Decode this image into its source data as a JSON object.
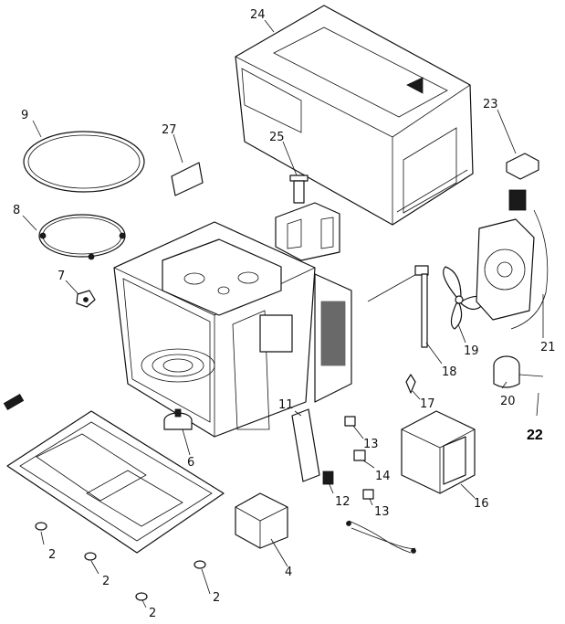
{
  "callouts": {
    "c2a": "2",
    "c2b": "2",
    "c2c": "2",
    "c2d": "2",
    "c4": "4",
    "c6": "6",
    "c7": "7",
    "c8": "8",
    "c9": "9",
    "c11": "11",
    "c12": "12",
    "c13a": "13",
    "c13b": "13",
    "c14": "14",
    "c16": "16",
    "c17": "17",
    "c18": "18",
    "c19": "19",
    "c20": "20",
    "c21": "21",
    "c22": "22",
    "c23": "23",
    "c24": "24",
    "c25": "25",
    "c27": "27"
  }
}
